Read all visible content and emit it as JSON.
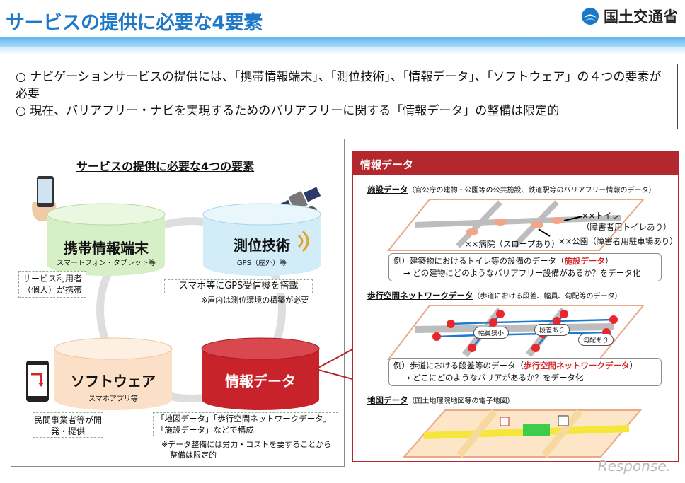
{
  "header": {
    "title": "サービスの提供に必要な4要素",
    "logo_text": "国土交通省",
    "logo_color": "#1a77c9"
  },
  "summary": {
    "bullet1": "○ ナビゲーションサービスの提供には、「携帯情報端末」、「測位技術」、「情報データ」、「ソフトウェア」の４つの要素が必要",
    "bullet2": "○ 現在、バリアフリー・ナビを実現するためのバリアフリーに関する「情報データ」の整備は限定的"
  },
  "left": {
    "heading": "サービスの提供に必要な4つの要素",
    "terminal": {
      "label": "携帯情報端末",
      "sub": "スマートフォン・タブレット等",
      "color": "#d7efc7"
    },
    "positioning": {
      "label": "測位技術",
      "sub": "GPS（屋外）等",
      "color": "#d2ecf8"
    },
    "software": {
      "label": "ソフトウェア",
      "sub": "スマホアプリ等",
      "color": "#fbe0c7"
    },
    "data": {
      "label": "情報データ",
      "color": "#c8232a"
    },
    "callout_user": "サービス利用者（個人）が携帯",
    "callout_gps": "スマホ等にGPS受信機を搭載",
    "note_indoor": "※屋内は測位環境の構築が必要",
    "callout_dev": "民間事業者等が開発・提供",
    "callout_data_1": "「地図データ」「歩行空間ネットワークデータ」",
    "callout_data_2": "「施設データ」などで構成",
    "note_cost_1": "※データ整備には労力・コストを要することから",
    "note_cost_2": "整備は限定的"
  },
  "right": {
    "header": "情報データ",
    "facility": {
      "title": "施設データ",
      "desc": "（官公庁の建物・公園等の公共施設、鉄道駅等のバリアフリー情報のデータ）",
      "label_toilet": "××トイレ",
      "label_toilet_sub": "（障害者用トイレあり）",
      "label_hospital": "××病院（スロープあり）",
      "label_park": "××公園（障害者用駐車場あり）",
      "example_1a": "例）建築物におけるトイレ等の設備のデータ（",
      "example_1b": "施設データ",
      "example_1c": "）",
      "example_2": "→ どの建物にどのようなバリアフリー設備があるか？をデータ化"
    },
    "network": {
      "title": "歩行空間ネットワークデータ",
      "desc": "（歩道における段差、幅員、勾配等のデータ）",
      "pill_width": "幅員狭小",
      "pill_step": "段差あり",
      "pill_slope": "勾配あり",
      "example_1a": "例）歩道における段差等のデータ（",
      "example_1b": "歩行空間ネットワークデータ",
      "example_1c": "）",
      "example_2": "→ どこにどのようなバリアがあるか？をデータ化"
    },
    "map": {
      "title": "地図データ",
      "desc": "（国土地理院地図等の電子地図）"
    }
  },
  "watermark": "Response."
}
